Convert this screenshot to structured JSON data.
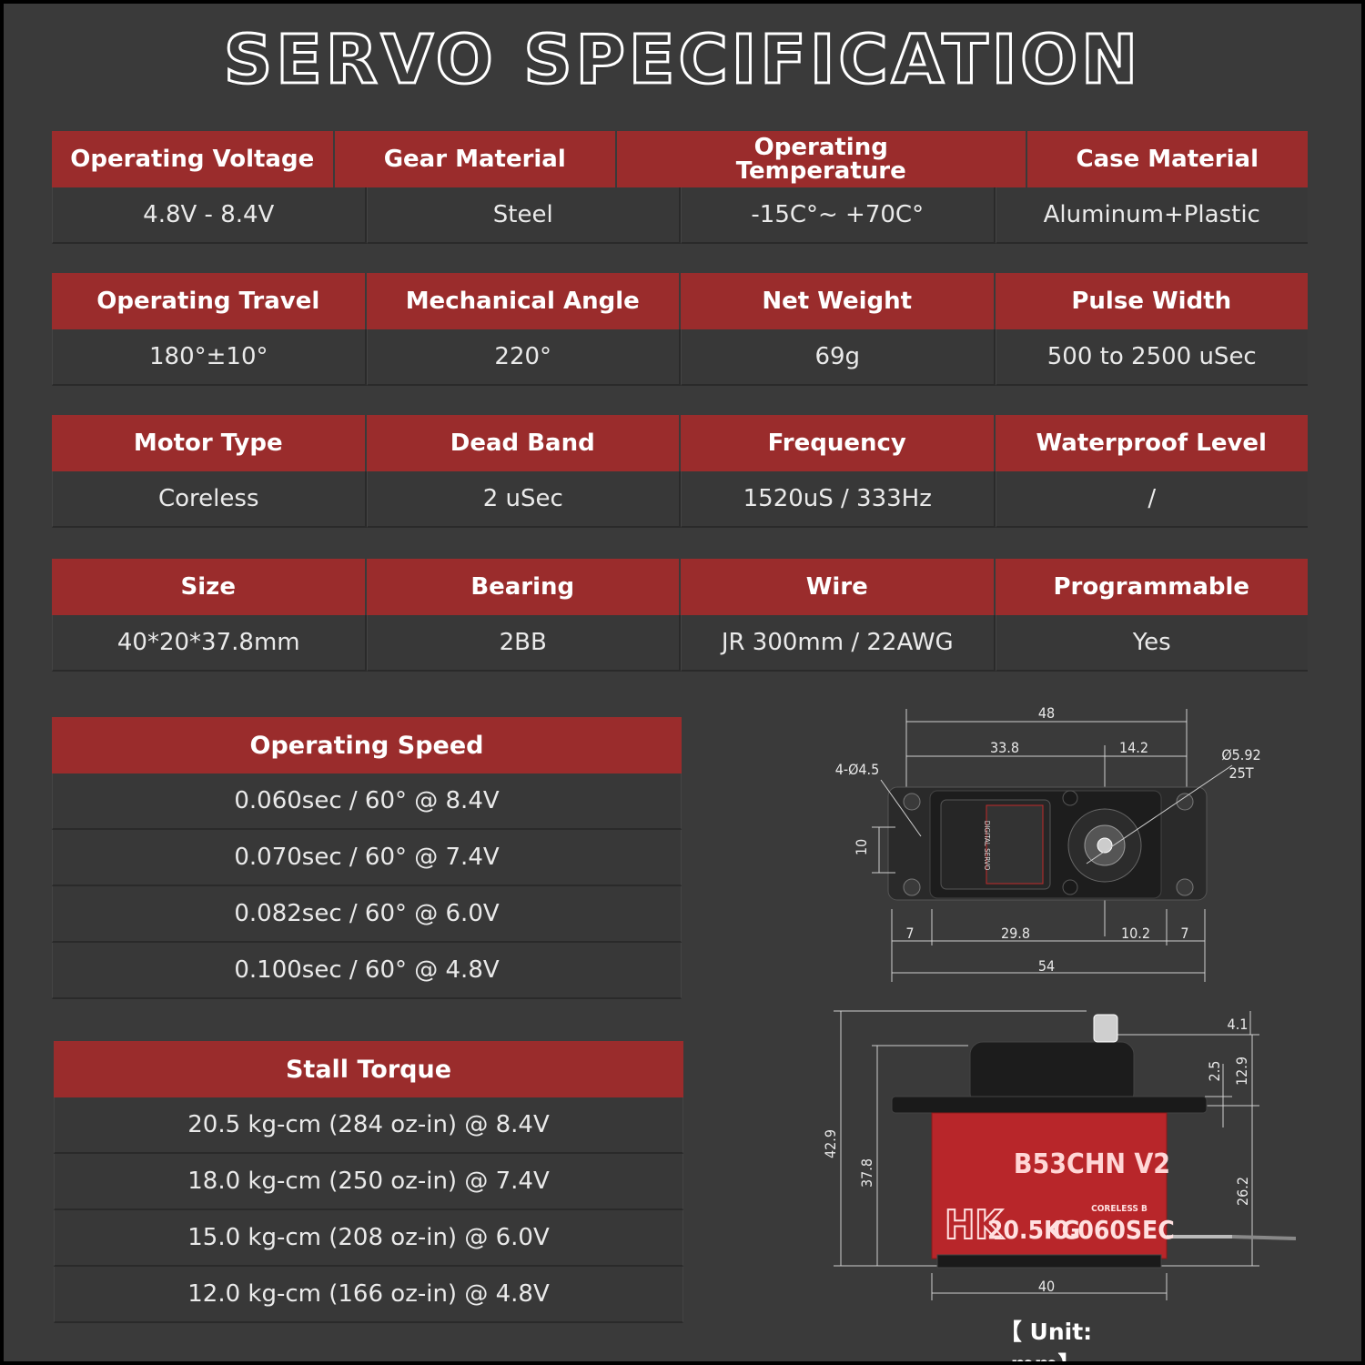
{
  "title": "SERVO SPECIFICATION",
  "spec_rows": [
    {
      "headers": [
        "Operating Voltage",
        "Gear Material",
        "Operating Temperature",
        "Case Material"
      ],
      "values": [
        "4.8V - 8.4V",
        "Steel",
        "-15C°~ +70C°",
        "Aluminum+Plastic"
      ]
    },
    {
      "headers": [
        "Operating Travel",
        "Mechanical Angle",
        "Net Weight",
        "Pulse Width"
      ],
      "values": [
        "180°±10°",
        "220°",
        "69g",
        "500 to 2500 uSec"
      ]
    },
    {
      "headers": [
        "Motor Type",
        "Dead Band",
        "Frequency",
        "Waterproof Level"
      ],
      "values": [
        "Coreless",
        "2 uSec",
        "1520uS / 333Hz",
        "/"
      ]
    },
    {
      "headers": [
        "Size",
        "Bearing",
        "Wire",
        "Programmable"
      ],
      "values": [
        "40*20*37.8mm",
        "2BB",
        "JR 300mm / 22AWG",
        "Yes"
      ]
    }
  ],
  "operating_speed": {
    "title": "Operating Speed",
    "rows": [
      "0.060sec / 60° @ 8.4V",
      "0.070sec / 60° @ 7.4V",
      "0.082sec / 60° @ 6.0V",
      "0.100sec / 60° @ 4.8V"
    ]
  },
  "stall_torque": {
    "title": "Stall Torque",
    "rows": [
      "20.5 kg-cm (284 oz-in) @ 8.4V",
      "18.0 kg-cm (250 oz-in) @ 7.4V",
      "15.0 kg-cm (208 oz-in) @ 6.0V",
      "12.0 kg-cm (166 oz-in) @ 4.8V"
    ]
  },
  "drawing": {
    "top_view": {
      "dims": {
        "overall_width": "48",
        "left_span": "33.8",
        "right_span": "14.2",
        "hole_spec": "4-Ø4.5",
        "spline_dia": "Ø5.92",
        "spline_teeth": "25T",
        "tab_height": "10",
        "left_tab": "7",
        "body_left": "29.8",
        "body_right": "10.2",
        "right_tab": "7",
        "overall_length": "54"
      },
      "label": "DIGITAL SERVO"
    },
    "side_view": {
      "dims": {
        "top_offset": "4.1",
        "flange_offset": "2.5",
        "upper_height": "12.9",
        "lower_height": "26.2",
        "total_height": "42.9",
        "body_height": "37.8",
        "body_width": "40"
      },
      "model": "B53CHN V2",
      "brand": "HK",
      "torque_label": "20.5KG",
      "speed_label": "0.060SEC",
      "coreless_label": "CORELESS B"
    },
    "unit_label": "【 Unit: mm】"
  },
  "colors": {
    "header_red": "#9a2c2c",
    "background": "#3a3a3a",
    "servo_red": "#b8262a"
  }
}
